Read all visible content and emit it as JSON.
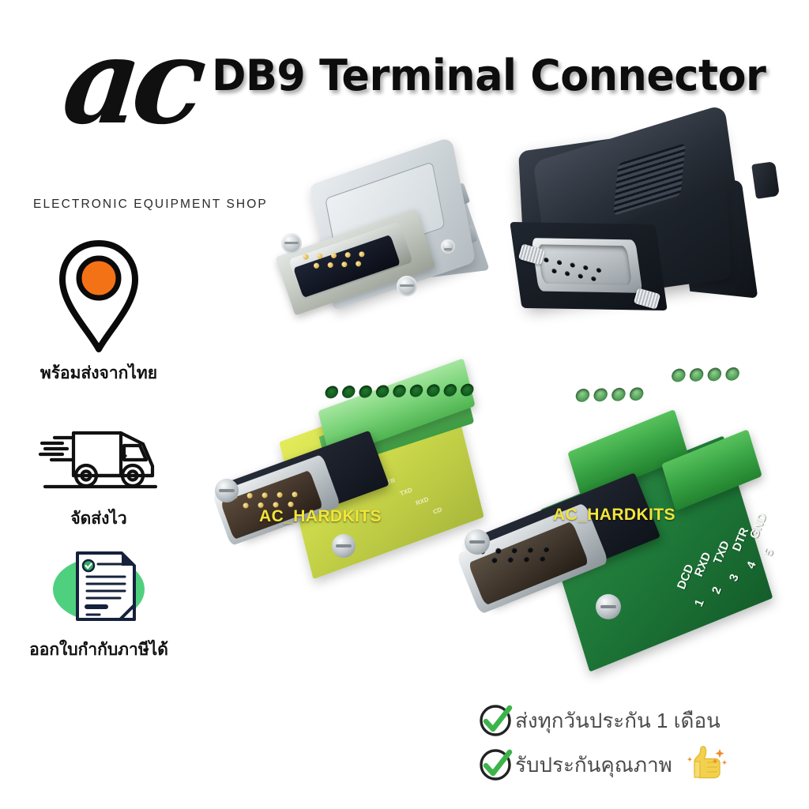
{
  "brand": {
    "logo_text": "ac",
    "tagline": "ELECTRONIC EQUIPMENT SHOP"
  },
  "header": {
    "title": "DB9 Terminal Connector"
  },
  "features": [
    {
      "icon": "location-pin-icon",
      "label": "พร้อมส่งจากไทย"
    },
    {
      "icon": "delivery-truck-icon",
      "label": "จัดส่งไว"
    },
    {
      "icon": "tax-invoice-document-icon",
      "label": "ออกใบกำกับภาษีได้"
    }
  ],
  "guarantees": [
    {
      "icon": "check-circle-icon",
      "label": "ส่งทุกวันประกัน 1 เดือน",
      "emoji": ""
    },
    {
      "icon": "check-circle-icon",
      "label": "รับประกันคุณภาพ",
      "emoji": "thumbs-up-emoji"
    }
  ],
  "watermark": {
    "text": "AC_HARDKITS"
  },
  "products": [
    {
      "name": "gray-db9-hood-connector",
      "description": "DB9 male connector with light gray plastic hood"
    },
    {
      "name": "black-db9-hood-connector",
      "description": "DB9 female connector with black plastic hood and vent ribs"
    },
    {
      "name": "yellow-pcb-db9-male-breakout",
      "description": "DB9 male to 9-position green screw terminal on yellow-green PCB",
      "silkscreen": [
        "DTR",
        "TXD",
        "RXD",
        "CD"
      ]
    },
    {
      "name": "green-pcb-db9-female-breakout",
      "description": "DB9 female to screw terminal breakout on dark green PCB",
      "pin_labels": [
        "DCD",
        "RXD",
        "TXD",
        "DTR",
        "GND"
      ],
      "pin_numbers": [
        "1",
        "2",
        "3",
        "4",
        "5"
      ]
    }
  ],
  "colors": {
    "background": "#ffffff",
    "title": "#0d0d0d",
    "pin_accent": "#f47216",
    "check_green": "#3cb44a",
    "doc_green": "#4fd07f",
    "watermark_yellow": "#f2e53a",
    "terminal_green": "#4fb451",
    "pcb_yellow": "#cbd84a",
    "pcb_green": "#1f7a39"
  }
}
